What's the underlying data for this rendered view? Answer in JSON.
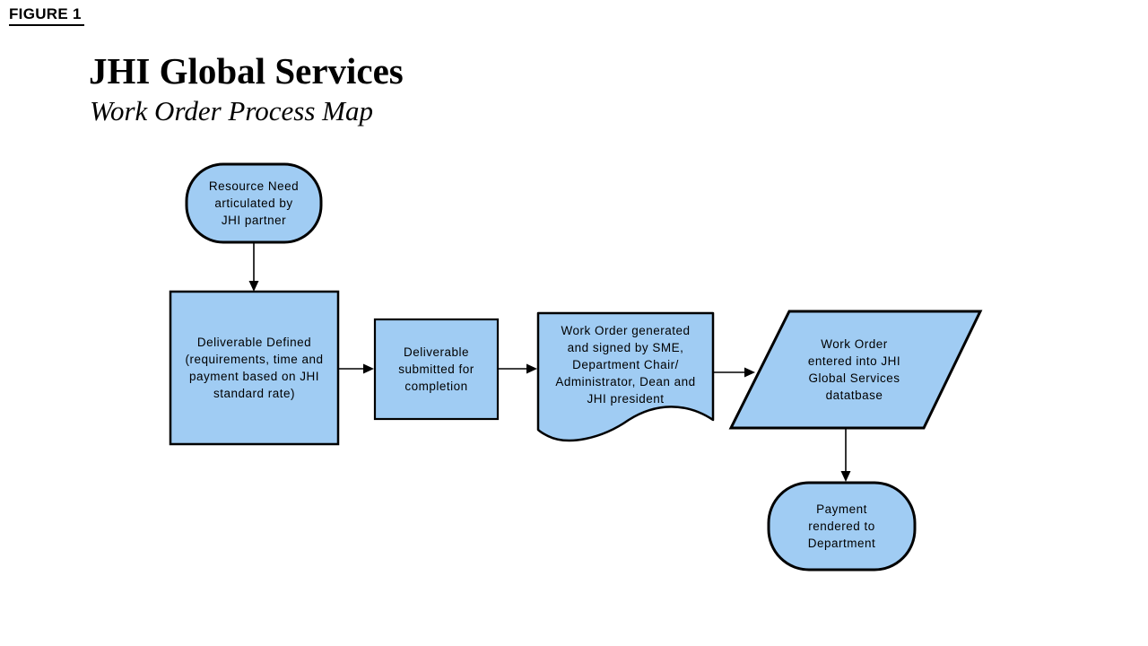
{
  "figure_label": "FIGURE 1",
  "title": "JHI Global Services",
  "subtitle": "Work Order Process Map",
  "colors": {
    "background": "#FFFFFF",
    "shape_fill": "#A0CCF3",
    "shape_border": "#000000",
    "connector": "#000000",
    "text": "#000000"
  },
  "nodes": [
    {
      "id": "resource-need",
      "shape": "terminator",
      "label": "Resource Need\narticulated by\nJHI partner"
    },
    {
      "id": "deliverable-defined",
      "shape": "process",
      "label": "Deliverable Defined\n(requirements, time and\npayment based on JHI\nstandard rate)"
    },
    {
      "id": "deliverable-submitted",
      "shape": "process",
      "label": "Deliverable\nsubmitted for\ncompletion"
    },
    {
      "id": "work-order-generated",
      "shape": "document",
      "label": "Work Order generated\nand signed by SME,\nDepartment Chair/\nAdministrator, Dean and\nJHI president"
    },
    {
      "id": "work-order-entered",
      "shape": "parallelogram",
      "label": "Work Order\nentered into JHI\nGlobal Services\ndatatbase"
    },
    {
      "id": "payment-rendered",
      "shape": "terminator",
      "label": "Payment\nrendered to\nDepartment"
    }
  ],
  "edges": [
    {
      "from": "resource-need",
      "to": "deliverable-defined"
    },
    {
      "from": "deliverable-defined",
      "to": "deliverable-submitted"
    },
    {
      "from": "deliverable-submitted",
      "to": "work-order-generated"
    },
    {
      "from": "work-order-generated",
      "to": "work-order-entered"
    },
    {
      "from": "work-order-entered",
      "to": "payment-rendered"
    }
  ]
}
